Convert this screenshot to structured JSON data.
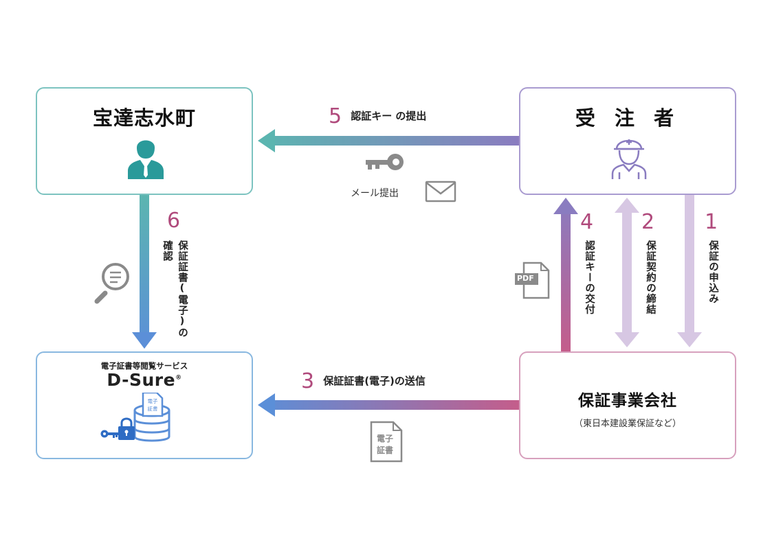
{
  "nodes": {
    "town": {
      "title": "宝達志水町"
    },
    "contractor": {
      "title": "受 注 者"
    },
    "dsure": {
      "service": "電子証書等閲覧サービス",
      "brand": "D-Sure",
      "reg": "®",
      "doc_lines": [
        "電子",
        "証書"
      ]
    },
    "guarantor": {
      "title": "保証事業会社",
      "subtitle": "（東日本建設業保証など）"
    }
  },
  "flows": [
    {
      "num": "1",
      "text": "保証の申込み"
    },
    {
      "num": "2",
      "text": "保証契約の締結"
    },
    {
      "num": "3",
      "text": "保証証書(電子)の送信"
    },
    {
      "num": "4",
      "text": "認証キーの交付"
    },
    {
      "num": "5",
      "text": "認証キー の提出"
    },
    {
      "num": "6",
      "text_col1": "保証証書(電子)の",
      "text_col2": "確認"
    }
  ],
  "annotations": {
    "mail_label": "メール提出",
    "pdf_label": "PDF",
    "doc_lines": [
      "電子",
      "証書"
    ]
  },
  "colors": {
    "teal": "#5bb5b0",
    "purple": "#8a7cc0",
    "lavender": "#d7c7e3",
    "blue": "#5b8fd8",
    "pink": "#c45d8b",
    "number": "#b04a7c",
    "icon_teal": "#2a9a9a",
    "icon_purple": "#8a7cc0",
    "icon_gray": "#8a8a8a"
  }
}
